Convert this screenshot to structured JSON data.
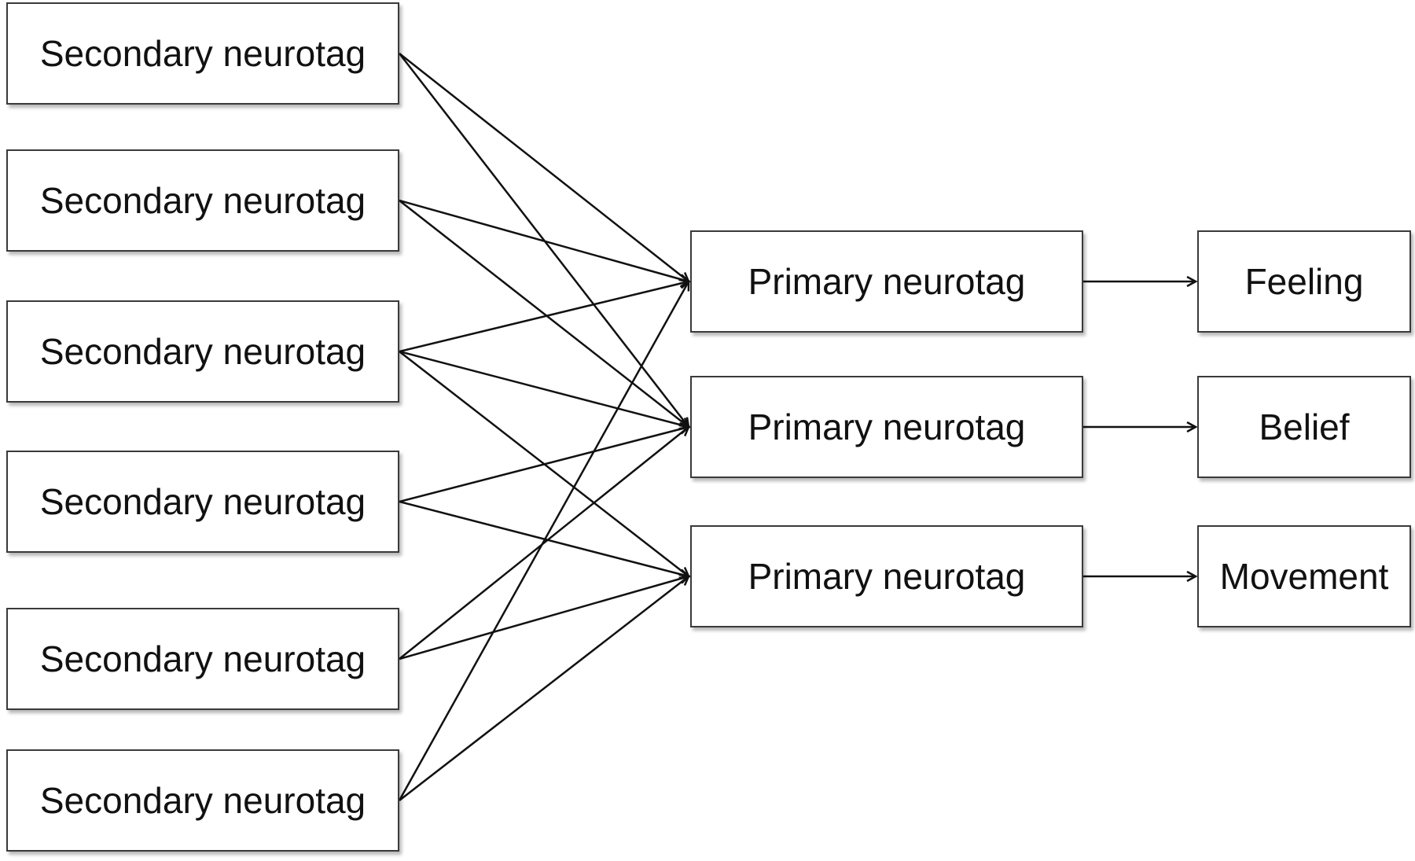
{
  "secondary": [
    {
      "label": "Secondary neurotag"
    },
    {
      "label": "Secondary neurotag"
    },
    {
      "label": "Secondary neurotag"
    },
    {
      "label": "Secondary neurotag"
    },
    {
      "label": "Secondary neurotag"
    },
    {
      "label": "Secondary neurotag"
    }
  ],
  "primary": [
    {
      "label": "Primary neurotag"
    },
    {
      "label": "Primary neurotag"
    },
    {
      "label": "Primary neurotag"
    }
  ],
  "outputs": [
    {
      "label": "Feeling"
    },
    {
      "label": "Belief"
    },
    {
      "label": "Movement"
    }
  ],
  "connections": [
    {
      "from": "sec-1",
      "to": "pri-1"
    },
    {
      "from": "sec-1",
      "to": "pri-2"
    },
    {
      "from": "sec-2",
      "to": "pri-1"
    },
    {
      "from": "sec-2",
      "to": "pri-2"
    },
    {
      "from": "sec-3",
      "to": "pri-1"
    },
    {
      "from": "sec-3",
      "to": "pri-2"
    },
    {
      "from": "sec-3",
      "to": "pri-3"
    },
    {
      "from": "sec-4",
      "to": "pri-2"
    },
    {
      "from": "sec-4",
      "to": "pri-3"
    },
    {
      "from": "sec-5",
      "to": "pri-2"
    },
    {
      "from": "sec-5",
      "to": "pri-3"
    },
    {
      "from": "sec-6",
      "to": "pri-1"
    },
    {
      "from": "sec-6",
      "to": "pri-3"
    },
    {
      "from": "pri-1",
      "to": "out-1"
    },
    {
      "from": "pri-2",
      "to": "out-2"
    },
    {
      "from": "pri-3",
      "to": "out-3"
    }
  ],
  "colors": {
    "line": "#111111",
    "border": "#3a3a3a",
    "background": "#ffffff"
  }
}
